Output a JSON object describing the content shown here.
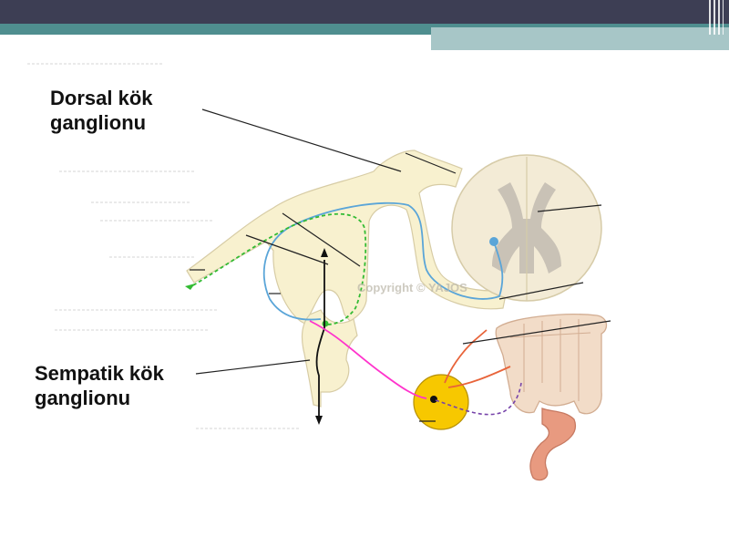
{
  "slide": {
    "colors": {
      "header": "#3d3e54",
      "teal": "#4f8e8f",
      "accent": "#a7c6c7"
    }
  },
  "labels": {
    "dorsal_root_ganglion": "Dorsal kök\n ganglionu",
    "sympathetic_ganglion": "Sempatik kök\n ganglionu"
  },
  "watermark": "Copyright © YAJOS",
  "pathway_colors": {
    "sensory_afferent": "#5aa5d8",
    "somatic_dashed": "#33bb33",
    "preganglionic": "#ff33cc",
    "postganglionic": "#e8643a",
    "visceral_dashed": "#7744aa",
    "motor": "#111111"
  }
}
